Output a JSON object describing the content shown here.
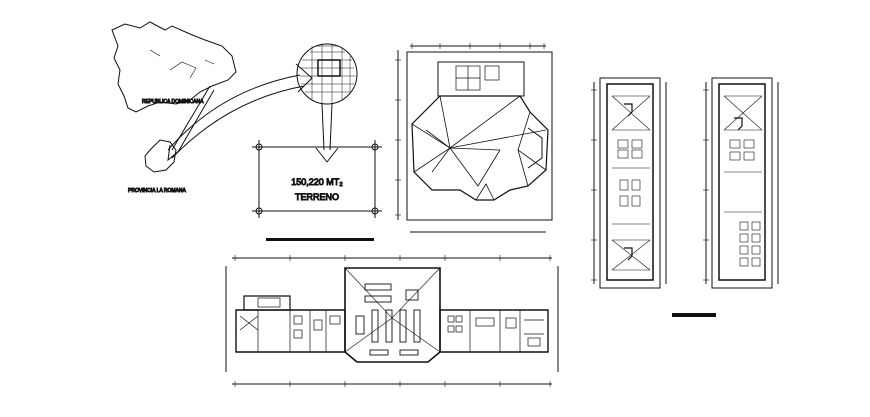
{
  "map": {
    "country_label": "REPUBLICA DOMINICANA",
    "province_label": "PROVINCIA LA ROMANA"
  },
  "site": {
    "area_label": "150,220 MT₂",
    "terrain_label": "TERRENO"
  }
}
